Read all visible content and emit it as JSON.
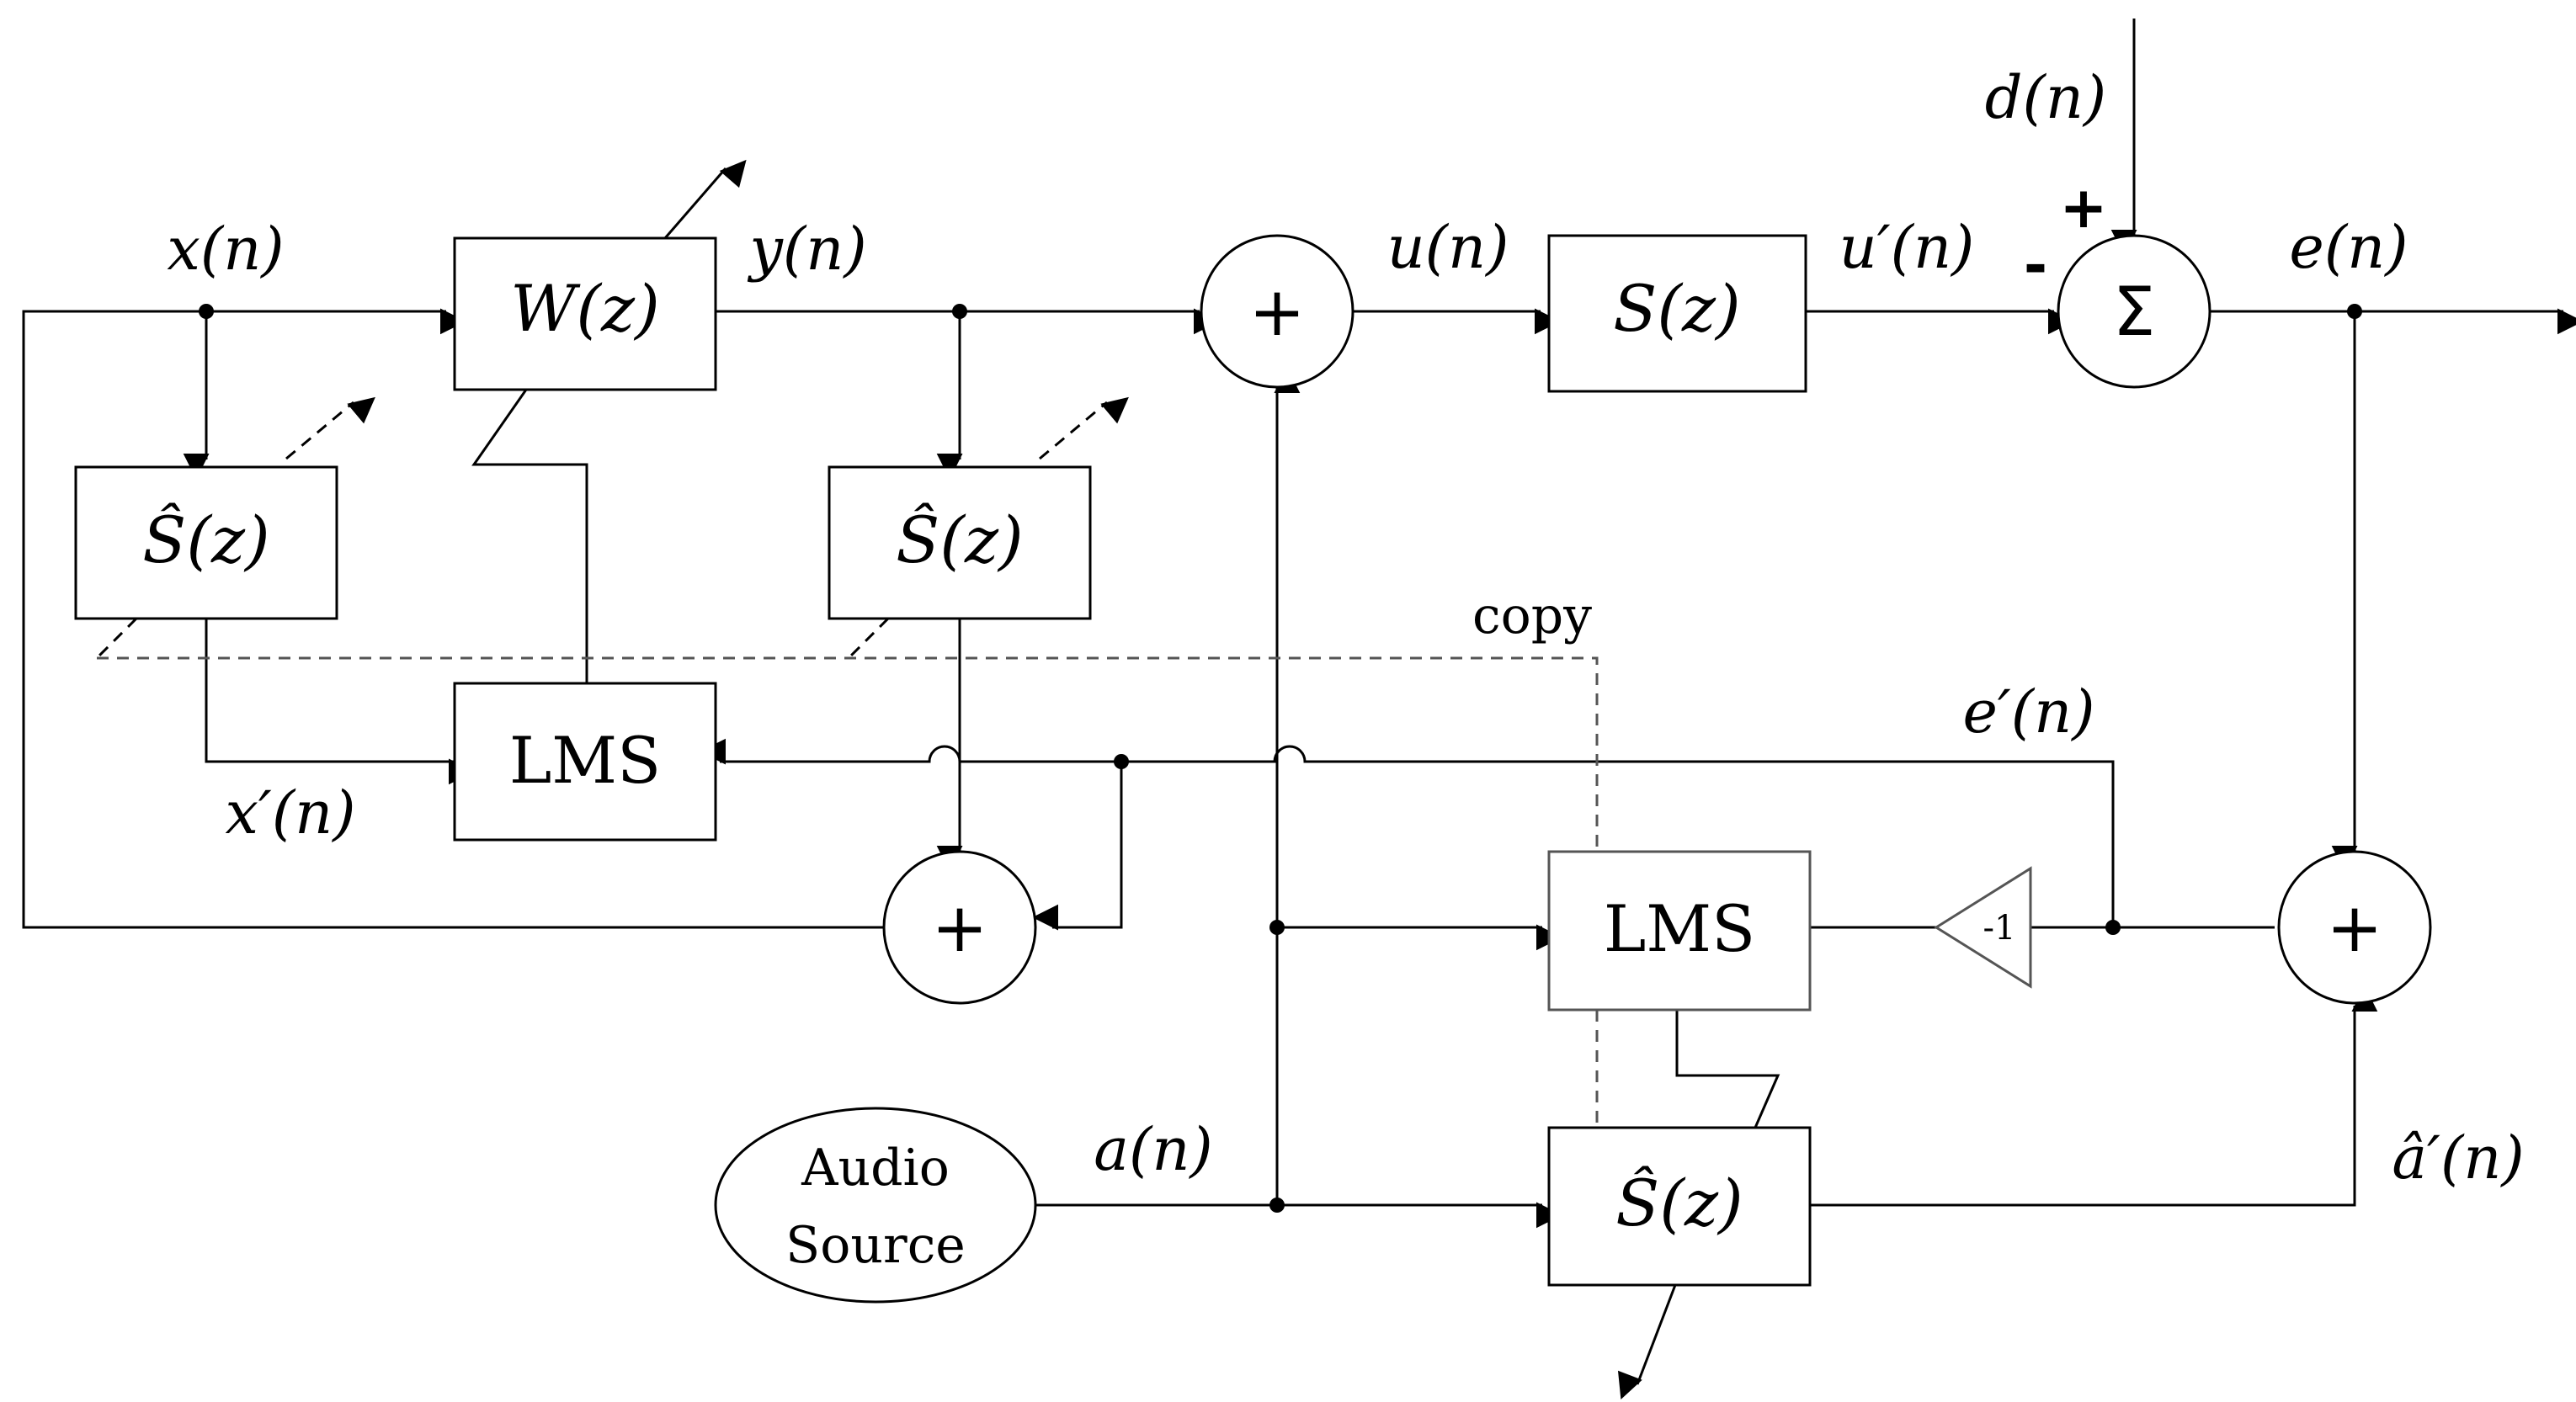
{
  "signals": {
    "x": "x(n)",
    "y": "y(n)",
    "u": "u(n)",
    "u_prime": "u′(n)",
    "d": "d(n)",
    "e": "e(n)",
    "x_prime": "x′(n)",
    "e_prime": "e′(n)",
    "a": "a(n)",
    "a_hat_prime": "â′(n)"
  },
  "blocks": {
    "w": "W(z)",
    "s": "S(z)",
    "s_hat": "Ŝ(z)",
    "lms": "LMS",
    "gain": "-1",
    "audio_line1": "Audio",
    "audio_line2": "Source"
  },
  "operators": {
    "plus": "+",
    "sigma": "Σ",
    "sign_plus": "+",
    "sign_minus": "-"
  },
  "annotations": {
    "copy": "copy"
  }
}
